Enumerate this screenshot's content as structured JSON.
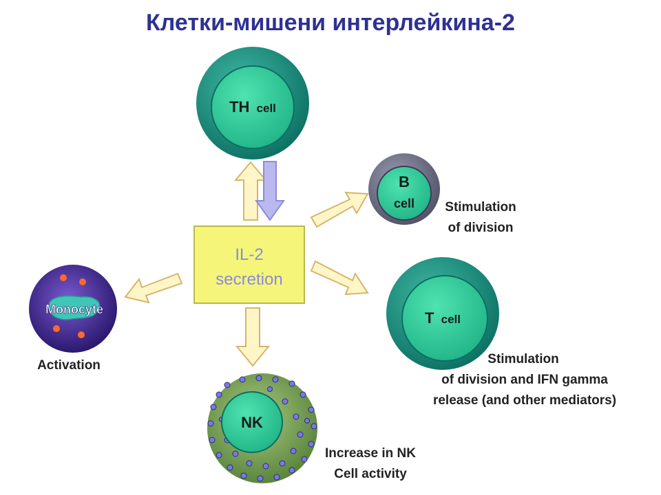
{
  "title": "Клетки-мишени интерлейкина-2",
  "center": {
    "line1": "IL-2",
    "line2": "secretion"
  },
  "cells": {
    "th": {
      "main": "TH",
      "sub": "cell"
    },
    "b": {
      "line1": "B",
      "line2": "cell"
    },
    "t": {
      "main": "T",
      "sub": "cell"
    },
    "nk": {
      "label": "NK"
    },
    "monocyte": {
      "label": "Monocyte"
    }
  },
  "effects": {
    "b": [
      "Stimulation",
      "of division"
    ],
    "t": [
      "Stimulation",
      "of division and IFN gamma",
      "release (and other mediators)"
    ],
    "nk": [
      "Increase in NK",
      "Cell activity"
    ],
    "monocyte": [
      "Activation"
    ]
  },
  "colors": {
    "title": "#2e3192",
    "cell_outer": "#0f8a7a",
    "cell_inner": "#2ecc9a",
    "b_outer": "#6a6a80",
    "center_box": "#f5f57a",
    "arrow_fill": "#fff6c8",
    "arrow_stroke": "#d9b36a",
    "arrow_down_fill": "#b9b9f0",
    "monocyte_fill": "#3b1f8c",
    "nk_outer": "#6e9a4a"
  }
}
